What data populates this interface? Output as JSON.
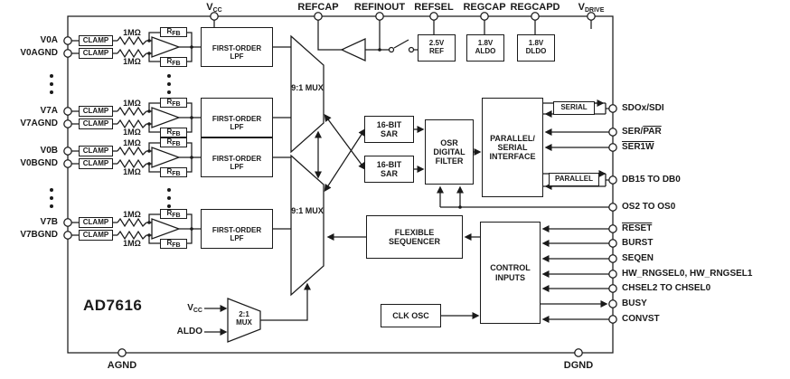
{
  "part": {
    "name": "AD7616"
  },
  "colors": {
    "line": "#1a1a1a",
    "background": "#ffffff"
  },
  "top_pins": {
    "vcc": {
      "base": "V",
      "sub": "CC"
    },
    "refcap": "REFCAP",
    "refinout": "REFINOUT",
    "refsel": "REFSEL",
    "regcap": "REGCAP",
    "regcapd": "REGCAPD",
    "vdrive": {
      "base": "V",
      "sub": "DRIVE"
    }
  },
  "bottom_pins": {
    "agnd": "AGND",
    "dgnd": "DGND"
  },
  "analog_front_end": {
    "clamp": "CLAMP",
    "input_resistor": "1MΩ",
    "feedback_resistor": {
      "base": "R",
      "sub": "FB"
    },
    "lpf": "FIRST-ORDER LPF",
    "channels": [
      {
        "in": "V0A",
        "gnd": "V0AGND"
      },
      {
        "in": "V7A",
        "gnd": "V7AGND"
      },
      {
        "in": "V0B",
        "gnd": "V0BGND"
      },
      {
        "in": "V7B",
        "gnd": "V7BGND"
      }
    ]
  },
  "blocks": {
    "mux_9to1": "9:1 MUX",
    "sar": "16-BIT SAR",
    "osr_filter": "OSR DIGITAL FILTER",
    "interface": "PARALLEL/ SERIAL INTERFACE",
    "serial_bus": "SERIAL",
    "parallel_bus": "PARALLEL",
    "ref": "2.5V REF",
    "aldo_reg": "1.8V ALDO",
    "dldo_reg": "1.8V DLDO",
    "sequencer": "FLEXIBLE SEQUENCER",
    "control": "CONTROL INPUTS",
    "clk_osc": "CLK OSC",
    "mux_2to1": "2:1 MUX",
    "mux_2to1_in_a": {
      "base": "V",
      "sub": "CC"
    },
    "mux_2to1_in_b": "ALDO"
  },
  "digital_pins": [
    {
      "label": "SDOx/SDI"
    },
    {
      "pre": "SER/",
      "ovl": "PAR"
    },
    {
      "ovl": "SER1W"
    },
    {
      "label": "DB15 TO DB0"
    },
    {
      "label": "OS2 TO OS0"
    },
    {
      "ovl": "RESET"
    },
    {
      "label": "BURST"
    },
    {
      "label": "SEQEN"
    },
    {
      "label": "HW_RNGSEL0, HW_RNGSEL1"
    },
    {
      "label": "CHSEL2 TO CHSEL0"
    },
    {
      "label": "BUSY"
    },
    {
      "label": "CONVST"
    }
  ]
}
